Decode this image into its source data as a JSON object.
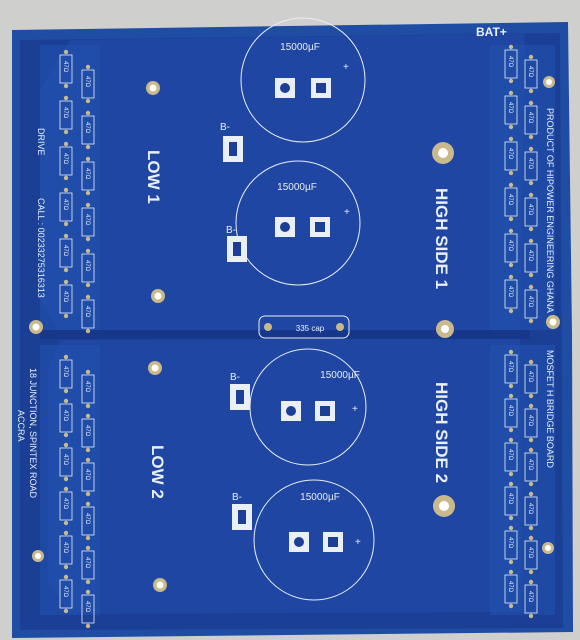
{
  "photo": {
    "board_labels": {
      "bat_plus": "BAT+",
      "low1": "LOW 1",
      "low2": "LOW 2",
      "high_side_1": "HIGH SIDE 1",
      "high_side_2": "HIGH SIDE 2",
      "b_minus": "B-",
      "cap_value": "15000µF",
      "cap_plus": "+",
      "cap_335": "335 cap",
      "product_line": "PRODUCT OF HIPOWER ENGINEERING GHANA",
      "board_name": "MOSFET H BRIDGE BOARD",
      "address_line1": "18 JUNCTION, SPINTEX ROAD",
      "address_line2": "ACCRA",
      "call_line": "CALL : 00233275316313",
      "drive_label": "DRIVE",
      "resistor_label": "47Ω"
    },
    "colors": {
      "background": "#cfcfcd",
      "board_edge": "#1f4da3",
      "board_fill": "#1b3f95",
      "trace": "#2657b5",
      "pad": "#c9b98c",
      "silk": "#e9eef7"
    }
  }
}
